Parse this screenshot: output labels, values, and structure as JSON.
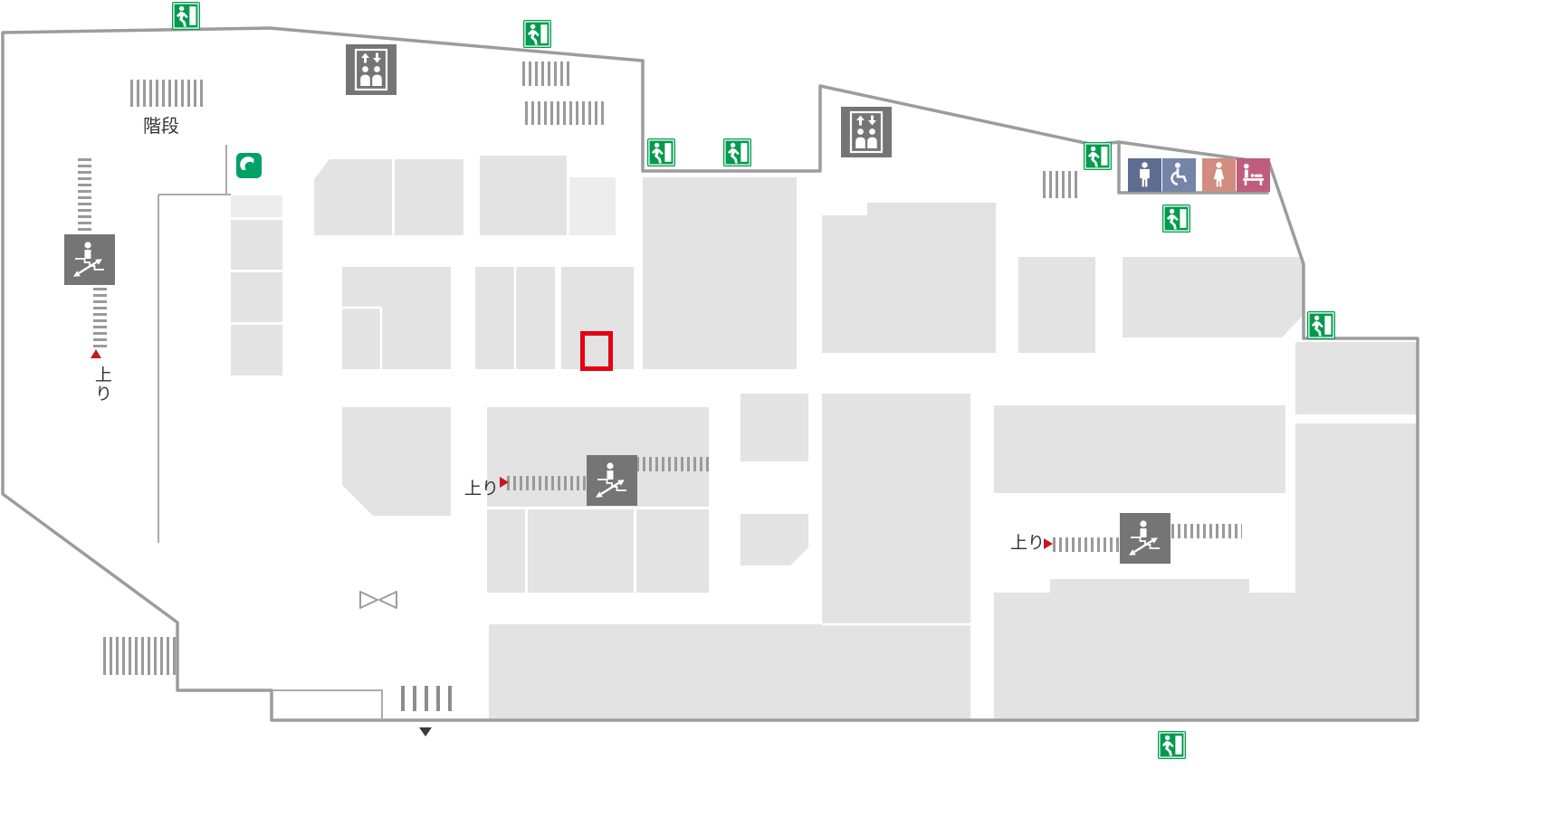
{
  "floorplan": {
    "labels": {
      "stairs": "階段",
      "up_west": "上り",
      "up_center": "上り",
      "up_east": "上り"
    },
    "colors": {
      "background": "#ffffff",
      "wall": "#9c9c9c",
      "room_fill": "#e3e3e3",
      "room_fill_light": "#ededed",
      "icon_base_gray": "#757575",
      "exit_green": "#009b4c",
      "phone_green": "#00a167",
      "highlight_red": "#e60012",
      "direction_red": "#c8161d",
      "toilet_men_blue": "#5e6d91",
      "toilet_accessible_blue": "#7485a8",
      "toilet_women_pink": "#d08d80",
      "toilet_baby_pink": "#bf5e7c"
    },
    "icons": {
      "emergency_exit": "exit-running-man-icon",
      "emergency_exit_count": 8,
      "elevator": "elevator-icon",
      "elevator_count": 2,
      "escalator": "escalator-icon",
      "escalator_count": 3,
      "public_phone": "phone-icon",
      "toilet_men": "mens-toilet-icon",
      "toilet_accessible": "wheelchair-accessible-icon",
      "toilet_women": "womens-toilet-icon",
      "baby_room": "baby-changing-icon",
      "current_location": "red-square-marker",
      "up_direction_arrow": "red-triangle-arrow",
      "entrance_arrow": "black-down-triangle",
      "gate": "double-door-icon"
    }
  }
}
